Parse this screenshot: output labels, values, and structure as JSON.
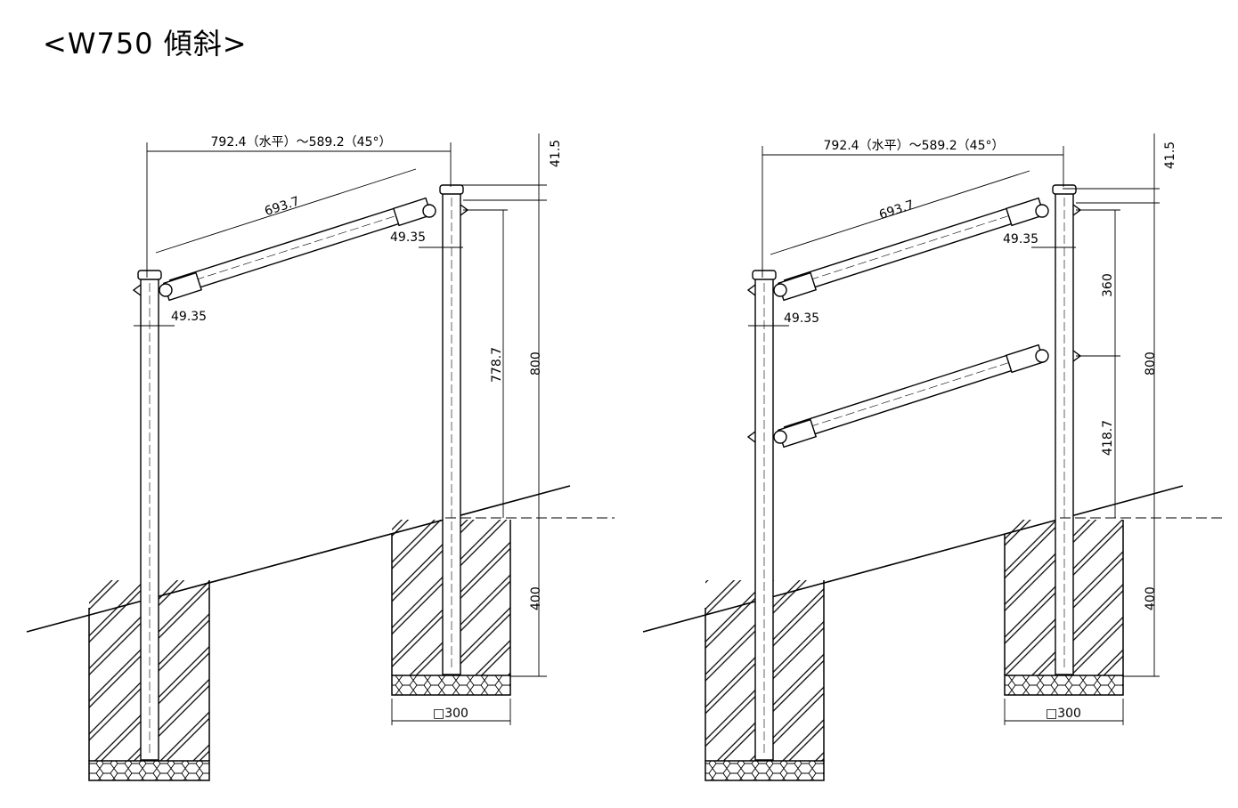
{
  "title": "<W750 傾斜>",
  "left_figure": {
    "span": "792.4（水平）～589.2（45°）",
    "rail_length": "693.7",
    "offset_top": "49.35",
    "offset_bottom": "49.35",
    "cap_height": "41.5",
    "rail_height": "778.7",
    "post_height": "800",
    "embed_depth": "400",
    "footing": "□300"
  },
  "right_figure": {
    "span": "792.4（水平）～589.2（45°）",
    "rail_length": "693.7",
    "offset_top": "49.35",
    "offset_bottom": "49.35",
    "cap_height": "41.5",
    "rail_gap": "360",
    "lower_rail_height": "418.7",
    "post_height": "800",
    "embed_depth": "400",
    "footing": "□300"
  }
}
